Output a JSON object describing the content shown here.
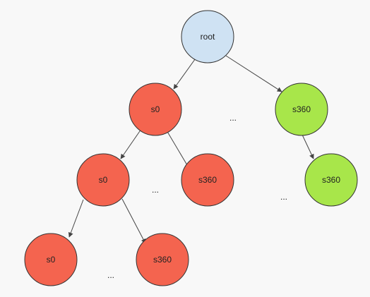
{
  "diagram": {
    "colors": {
      "background": "#f8f8f8",
      "root_fill": "#cfe2f3",
      "root_stroke": "#333333",
      "s0_fill": "#f4644f",
      "s360_green_fill": "#a8e64a",
      "node_stroke": "#333333",
      "edge": "#444444"
    },
    "nodes": {
      "root": {
        "label": "root",
        "color": "root"
      },
      "n1": {
        "label": "s0",
        "color": "red"
      },
      "n2": {
        "label": "s360",
        "color": "green"
      },
      "n3": {
        "label": "s0",
        "color": "red"
      },
      "n4": {
        "label": "s360",
        "color": "red"
      },
      "n5": {
        "label": "s360",
        "color": "green"
      },
      "n6": {
        "label": "s0",
        "color": "red"
      },
      "n7": {
        "label": "s360",
        "color": "red"
      }
    },
    "ellipses": {
      "e1": "...",
      "e2": "...",
      "e3": "...",
      "e4": "..."
    }
  }
}
